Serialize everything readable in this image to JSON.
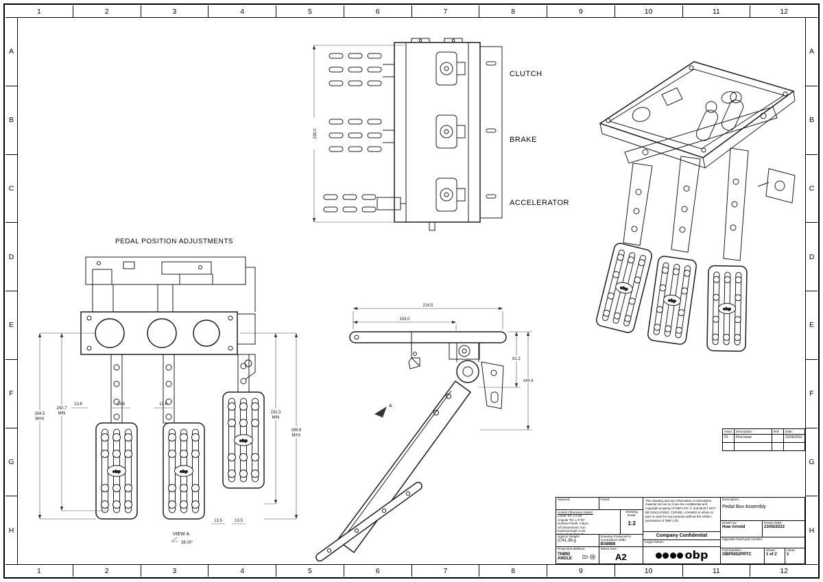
{
  "sheet": {
    "cols": [
      "1",
      "2",
      "3",
      "4",
      "5",
      "6",
      "7",
      "8",
      "9",
      "10",
      "11",
      "12"
    ],
    "rows": [
      "A",
      "B",
      "C",
      "D",
      "E",
      "F",
      "G",
      "H"
    ]
  },
  "views": {
    "front": {
      "clutch_label": "CLUTCH",
      "brake_label": "BRAKE",
      "accelerator_label": "ACCELERATOR",
      "height_dim": "230.0"
    },
    "adjustments": {
      "title": "PEDAL POSITION ADJUSTMENTS",
      "left_outer_val": "264.5",
      "left_outer_suffix": "MAX",
      "left_inner_val": "250.7",
      "left_inner_suffix": "MIN",
      "right_inner_val": "232.3",
      "right_inner_suffix": "MIN",
      "right_outer_val": "289.8",
      "right_outer_suffix": "MAX",
      "pitch_dim": "13.8",
      "pad_dim": "13.5",
      "view_label": "VIEW A",
      "view_angle": "38.00°"
    },
    "side": {
      "total_dim": "214.5",
      "inner_dim": "153.0",
      "upper_dim": "81.2",
      "lower_dim": "143.4",
      "arrow_label": "A"
    }
  },
  "revision": {
    "issue_header": "Issue:",
    "description_header": "Description:",
    "ref_header": "Ref:",
    "date_header": "Date:",
    "issue": "01",
    "description": "First Issue",
    "ref": "",
    "date": "23/05/2022"
  },
  "title_block": {
    "material_label": "Material:",
    "finish_label": "Finish:",
    "tolerance_lines": [
      "Unless Otherwise Stated:",
      "Linear Tol: ± 0.25",
      "Angular Tol: ± 0°30'",
      "Surface Finish: 0.8μm",
      "All Dimensions: mm",
      "External Radii: 0.25",
      "Internal Radii: 0.25",
      "BREAK SHARP EDGES"
    ],
    "scale_label": "Drawing Scale:",
    "scale_value": "1:2",
    "weight_label": "Approx Weight:",
    "weight_value": "2741.36 g",
    "accordance_label": "Drawing Produced In Accordance With:",
    "accordance_value": "BS8888",
    "projection_label": "Projection Method:",
    "projection_value": "THIRD ANGLE",
    "sheet_size_label": "Sheet Size:",
    "sheet_size_value": "A2",
    "copyright": "This drawing and any information or descriptive material set out on it are the confidential and copyright property of OBP LTD. © and MUST NOT BE DISCLOSED, COPIED, LOANED in whole or part or used for any purpose without the written permission of OBP LTD.",
    "confidential": "Company Confidential",
    "legal_owner_label": "Legal Owner:",
    "description_label": "Description:",
    "description_value": "Pedal Box Assembly",
    "drawn_by_label": "Drawn by:",
    "drawn_by_value": "Huw Arnold",
    "drawn_date_label": "Drawn Date:",
    "drawn_date_value": "23/05/2022",
    "opposite_label": "Opposite hand part number:",
    "part_number_label": "Part Number:",
    "part_number_value": "OBP0002PRTC",
    "sheet_label": "Sheet:",
    "sheet_value": "1 of 2",
    "issue_label": "Issue:",
    "issue_value": "1"
  },
  "logo": {
    "text": "obp"
  }
}
